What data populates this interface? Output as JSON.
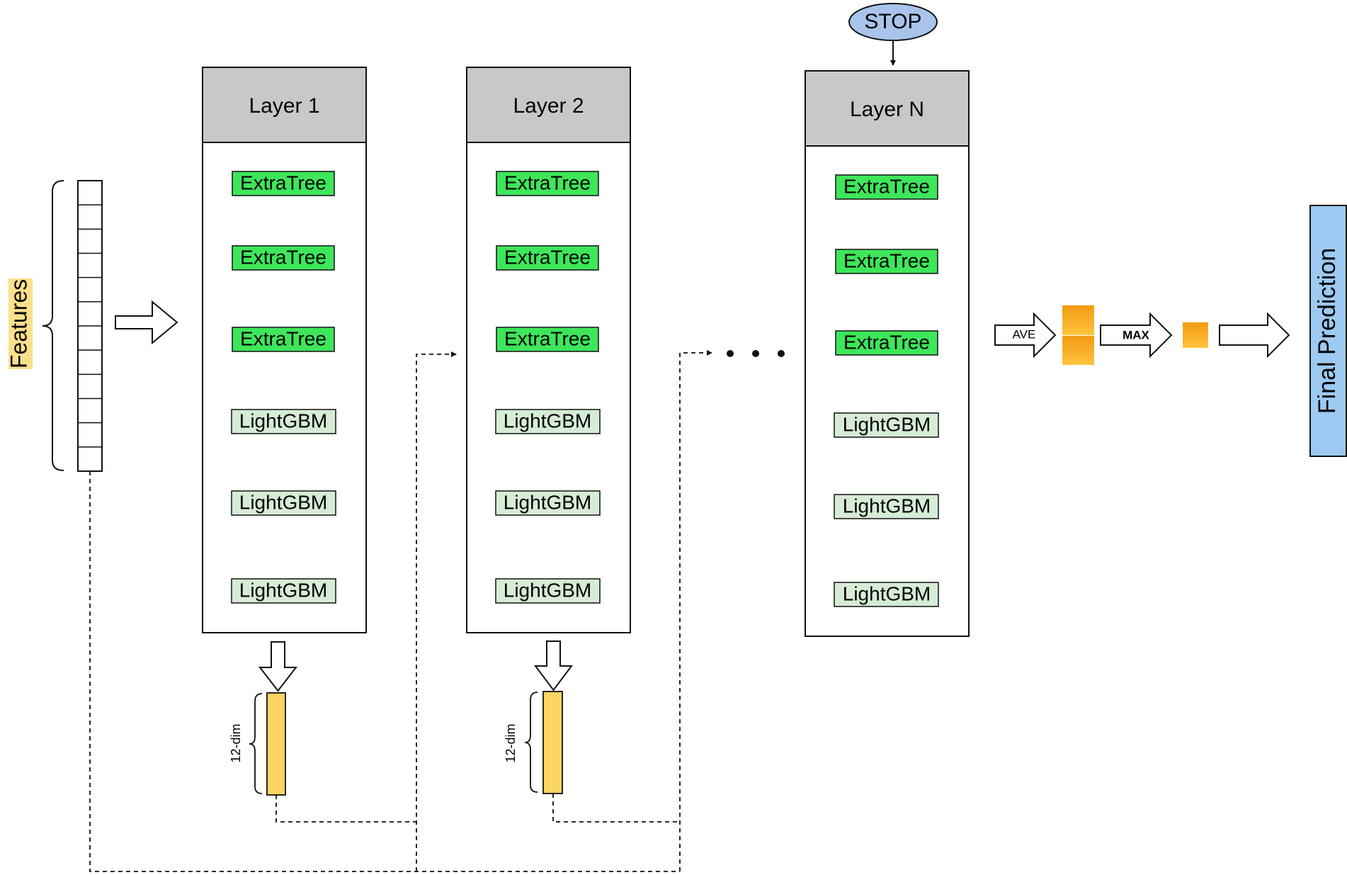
{
  "features_label": "Features",
  "features_bg_color": "#fbe08c",
  "feature_cells": 12,
  "layers": [
    {
      "title": "Layer 1",
      "models": [
        "ExtraTree",
        "ExtraTree",
        "ExtraTree",
        "LightGBM",
        "LightGBM",
        "LightGBM"
      ],
      "output_label": "12-dim"
    },
    {
      "title": "Layer 2",
      "models": [
        "ExtraTree",
        "ExtraTree",
        "ExtraTree",
        "LightGBM",
        "LightGBM",
        "LightGBM"
      ],
      "output_label": "12-dim"
    },
    {
      "title": "Layer N",
      "models": [
        "ExtraTree",
        "ExtraTree",
        "ExtraTree",
        "LightGBM",
        "LightGBM",
        "LightGBM"
      ]
    }
  ],
  "stop_label": "STOP",
  "ave_label": "AVE",
  "max_label": "MAX",
  "final_label": "Final Prediction",
  "colors": {
    "layer_header": "#c8c8c8",
    "extratree": "#3ee65a",
    "lightgbm": "#d6ecd6",
    "vector_fill": "#fbd462",
    "stop_fill": "#a8c4ea",
    "final_fill": "#9ccaf2",
    "orange_top": "#f7a21a",
    "orange_bottom": "#ffc03a"
  }
}
